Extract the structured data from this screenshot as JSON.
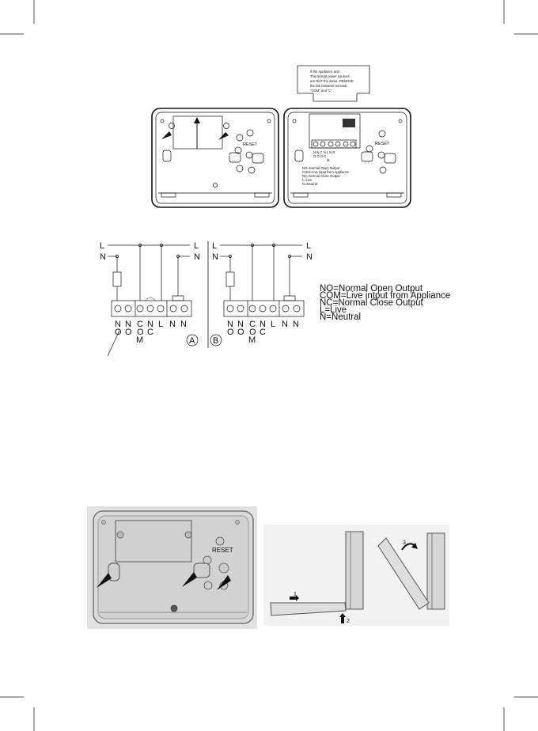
{
  "note_card": {
    "lines": [
      "If the Appliance and",
      "Thermostat power sources",
      "are NOT the same, REMOVE",
      "the link between terminal",
      "\"COM\" and \"L\""
    ]
  },
  "top_panels": {
    "reset_label": "RESET",
    "terminal_row1": "N N C N L N N",
    "terminal_row2": "O O O C",
    "terminal_row3": "M",
    "legend_lines": [
      "NO=Normal Open Output",
      "COM=Live input from Appliance",
      "NC=Normal Close Output",
      "L=Live",
      "N=Neutral"
    ]
  },
  "wiring": {
    "L": "L",
    "N": "N",
    "terminal_labels_top": [
      "N",
      "N",
      "C",
      "N",
      "L",
      "N",
      "N"
    ],
    "terminal_labels_mid": [
      "O",
      "O",
      "O",
      "C"
    ],
    "terminal_label_bottom": "M",
    "diagram_a": "A",
    "diagram_b": "B"
  },
  "legend": {
    "lines": [
      "NO=Normal Open Output",
      "COM=Live intput from Appliance",
      "NC=Normal Close Output",
      "L=Live",
      "N=Neutral"
    ]
  },
  "bottom": {
    "reset_label": "RESET",
    "step1": "1",
    "step2": "2",
    "step3": "3"
  }
}
